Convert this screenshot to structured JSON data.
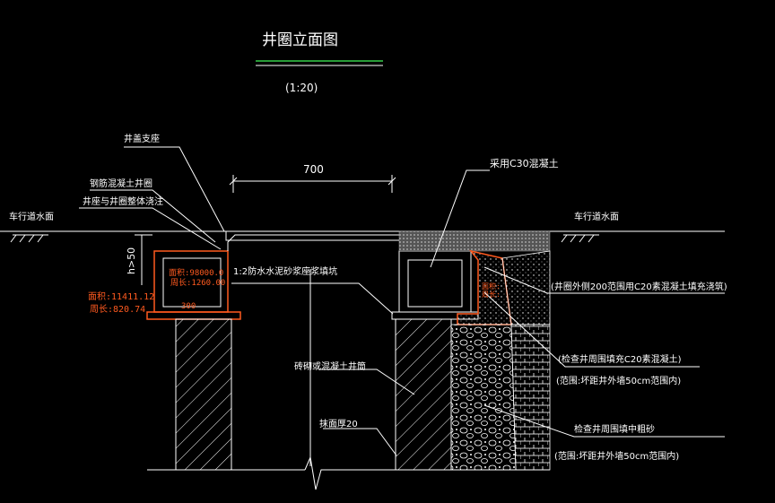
{
  "title": "井圈立面图",
  "scale": "(1:20)",
  "colors": {
    "background": "#000000",
    "line": "#ffffff",
    "highlight": "#ff5a1f",
    "underline": "#35d04a"
  },
  "labels": {
    "well_cover_support": "井盖支座",
    "rc_well_ring": "钢筋混凝土井圈",
    "seat_cast_integral": "井座与井圈整体浇注",
    "road_surface_left": "车行道水面",
    "road_surface_right": "车行道水面",
    "c30_concrete": "采用C30混凝土",
    "waterproof_mortar": "1:2防水水泥砂浆座浆填坑",
    "brick_well": "砖砌或混凝土井筒",
    "plaster": "抹面厚20",
    "fill_c20_200": "(井圈外侧200范围用C20素混凝土填充浇筑)",
    "fill_c20_around": "(检查井周围填充C20素混凝土)",
    "range_1": "(范围:坏距井外墙50cm范围内)",
    "fill_sand": "检查井周围填中粗砂",
    "range_2": "(范围:坏距井外墙50cm范围内)"
  },
  "dimensions": {
    "width": "700",
    "h": "h>50",
    "ring_width": "300"
  },
  "measure_box": {
    "area": "面积:98000.0",
    "perimeter": "周长:1260.00"
  },
  "measure_outer": {
    "area": "面积:11411.12",
    "perimeter": "周长:820.74"
  },
  "measure_right": {
    "area": "面积:",
    "perimeter": "周长:"
  }
}
